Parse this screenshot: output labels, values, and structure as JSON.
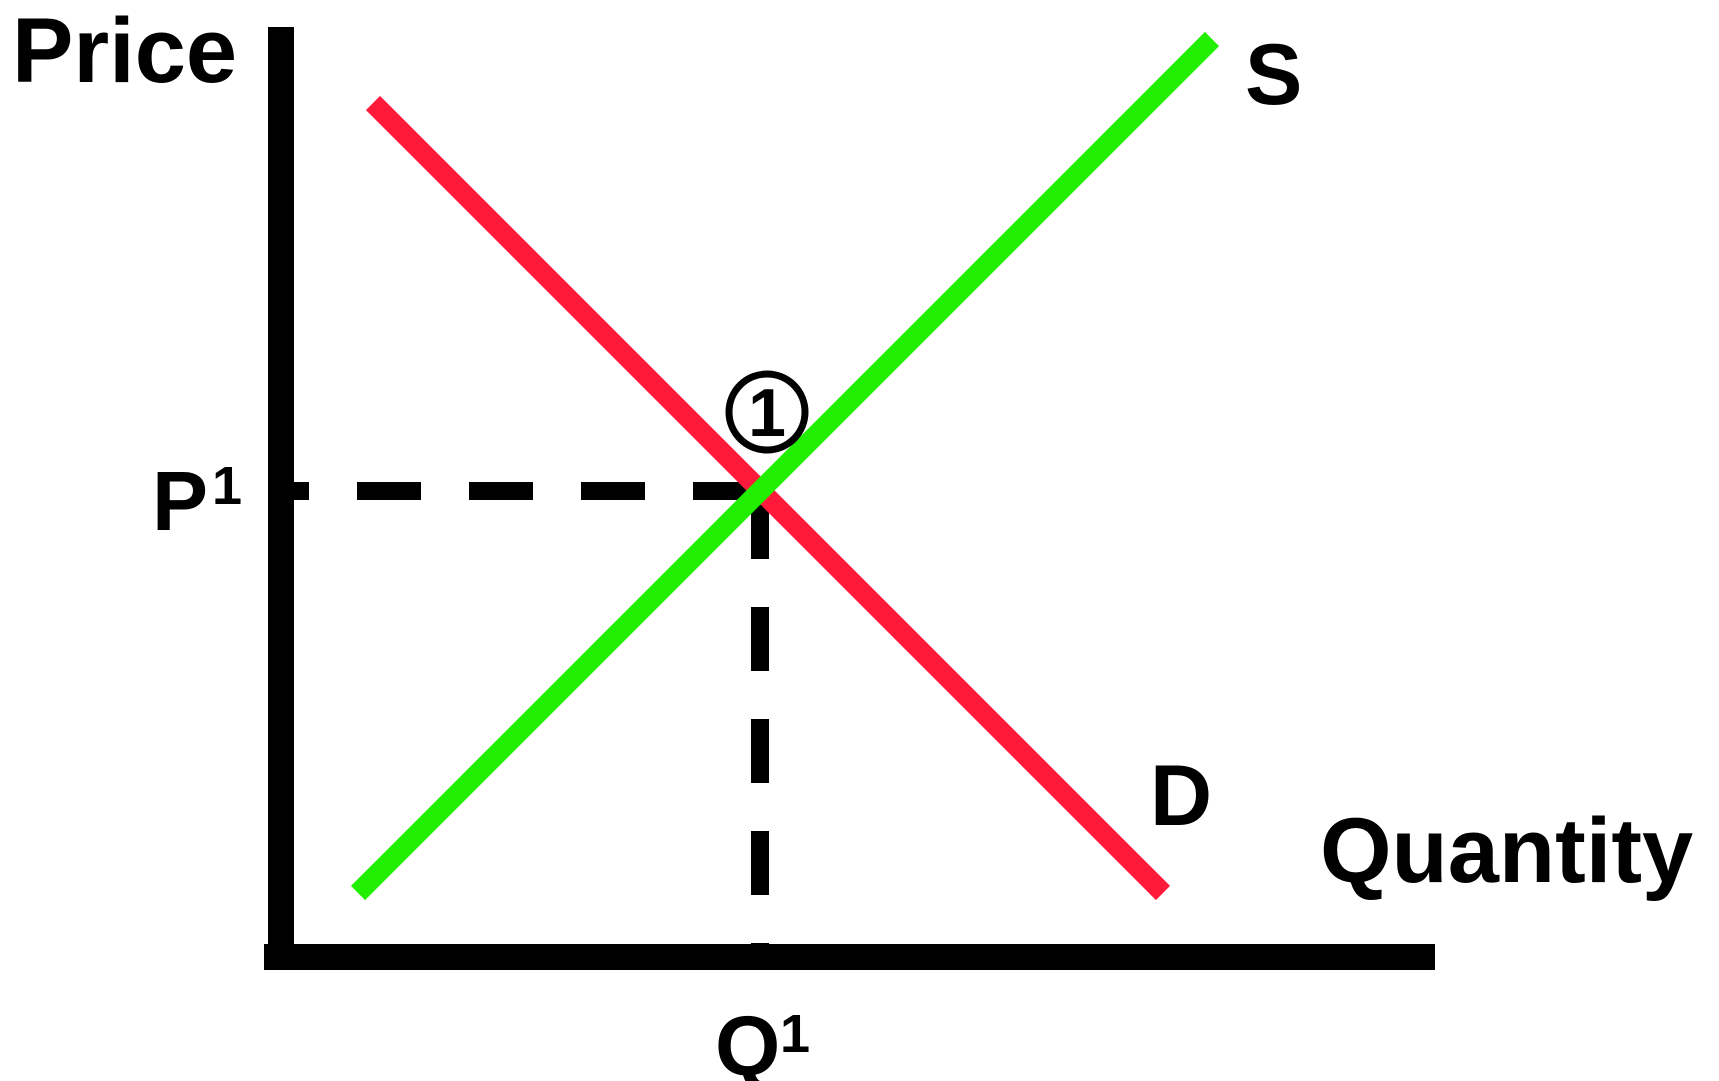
{
  "axes": {
    "y_title": "Price",
    "x_title": "Quantity"
  },
  "curves": {
    "supply": {
      "label": "S",
      "color": "#22ee00"
    },
    "demand": {
      "label": "D",
      "color": "#ff1a3c"
    }
  },
  "equilibrium": {
    "price_label": "P",
    "price_sup": "1",
    "quantity_label": "Q",
    "quantity_sup": "1",
    "point_number": "1"
  },
  "colors": {
    "axis": "#000000",
    "guide_lines": "#000000"
  }
}
